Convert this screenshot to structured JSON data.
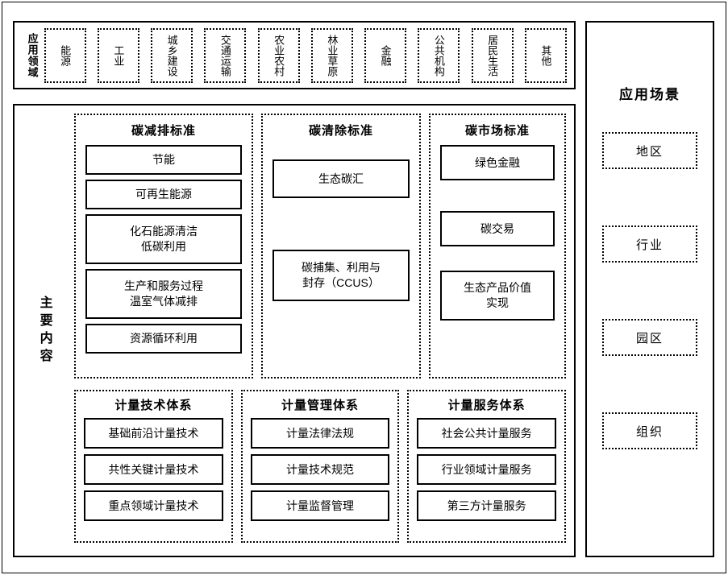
{
  "domain_band": {
    "label": "应用领域",
    "items": [
      {
        "label": "能源"
      },
      {
        "label": "工业"
      },
      {
        "label": "城乡建设"
      },
      {
        "label": "交通运输"
      },
      {
        "label": "农业农村"
      },
      {
        "label": "林业草原"
      },
      {
        "label": "金融"
      },
      {
        "label": "公共机构"
      },
      {
        "label": "居民生活"
      },
      {
        "label": "其他"
      }
    ]
  },
  "main_content": {
    "label": "主要内容",
    "standard_groups": [
      {
        "title": "碳减排标准",
        "items": [
          "节能",
          "可再生能源",
          "化石能源清洁\n低碳利用",
          "生产和服务过程\n温室气体减排",
          "资源循环利用"
        ]
      },
      {
        "title": "碳清除标准",
        "items": [
          "生态碳汇",
          "碳捕集、利用与\n封存（CCUS）"
        ]
      },
      {
        "title": "碳市场标准",
        "items": [
          "绿色金融",
          "碳交易",
          "生态产品价值\n实现"
        ]
      }
    ],
    "metrology_systems": [
      {
        "title": "计量技术体系",
        "items": [
          "基础前沿计量技术",
          "共性关键计量技术",
          "重点领域计量技术"
        ]
      },
      {
        "title": "计量管理体系",
        "items": [
          "计量法律法规",
          "计量技术规范",
          "计量监督管理"
        ]
      },
      {
        "title": "计量服务体系",
        "items": [
          "社会公共计量服务",
          "行业领域计量服务",
          "第三方计量服务"
        ]
      }
    ]
  },
  "scenarios": {
    "title": "应用场景",
    "items": [
      {
        "label": "地区"
      },
      {
        "label": "行业"
      },
      {
        "label": "园区"
      },
      {
        "label": "组织"
      }
    ]
  }
}
